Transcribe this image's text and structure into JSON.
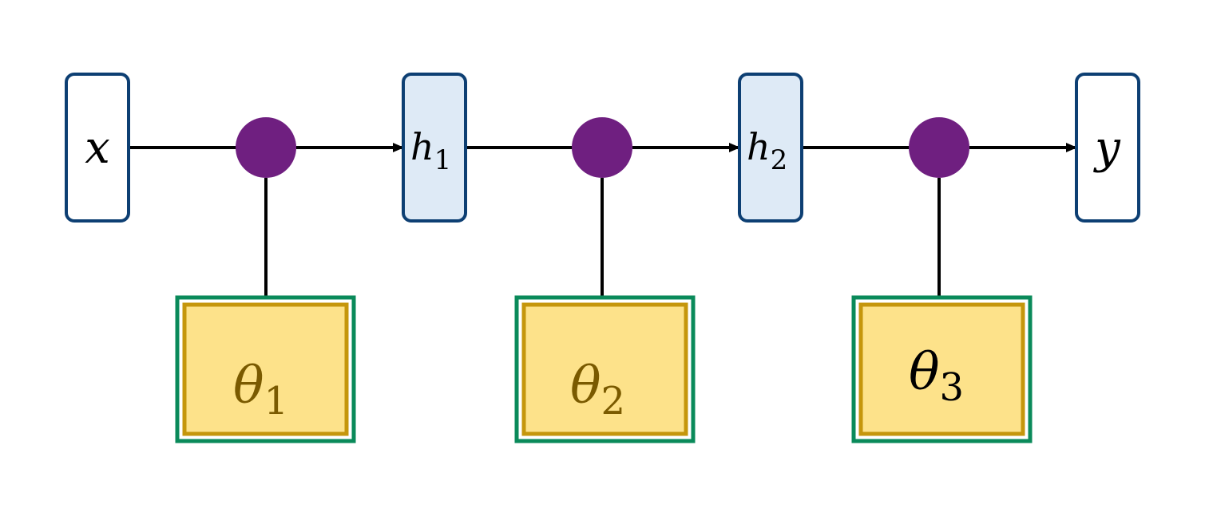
{
  "diagram": {
    "nodes": {
      "input": {
        "label": "x",
        "fill": "#ffffff",
        "stroke": "#0d3f73"
      },
      "h1": {
        "base": "h",
        "sub": "1",
        "fill": "#deeaf6",
        "stroke": "#0d3f73"
      },
      "h2": {
        "base": "h",
        "sub": "2",
        "fill": "#deeaf6",
        "stroke": "#0d3f73"
      },
      "output": {
        "label": "y",
        "fill": "#ffffff",
        "stroke": "#0d3f73"
      }
    },
    "operators": {
      "fill": "#6f1f80",
      "count": 3
    },
    "params": [
      {
        "base": "θ",
        "sub": "1",
        "text_color": "#7a5a00"
      },
      {
        "base": "θ",
        "sub": "2",
        "text_color": "#7a5a00"
      },
      {
        "base": "θ",
        "sub": "3",
        "text_color": "#000000"
      }
    ],
    "param_style": {
      "fill": "#fde28a",
      "inner_stroke": "#c5960c",
      "outer_stroke": "#0a8a5a"
    },
    "edge_color": "#000000"
  }
}
